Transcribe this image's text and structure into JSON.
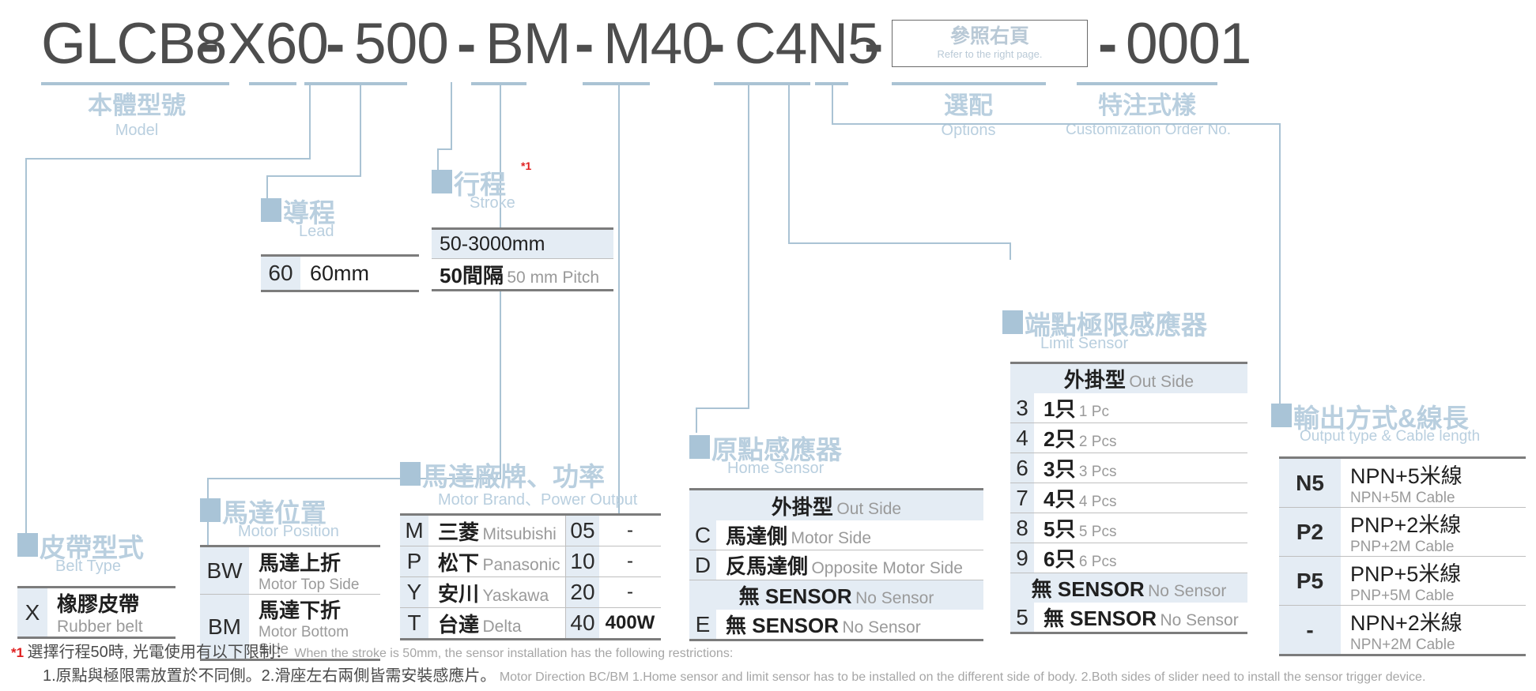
{
  "product_code": {
    "segments": [
      "GLCB8",
      "X60",
      "500",
      "BM",
      "M40",
      "C4N5"
    ],
    "boxed": {
      "cn": "參照右頁",
      "en": "Refer to the right page."
    },
    "suffix": "0001",
    "separator": "-"
  },
  "groups": {
    "model": {
      "cn": "本體型號",
      "en": "Model"
    },
    "lead": {
      "cn": "導程",
      "en": "Lead"
    },
    "stroke": {
      "cn": "行程",
      "en": "Stroke",
      "note": "*1"
    },
    "options": {
      "cn": "選配",
      "en": "Options"
    },
    "customization": {
      "cn": "特注式樣",
      "en": "Customization Order No."
    },
    "belt_type": {
      "cn": "皮帶型式",
      "en": "Belt Type"
    },
    "motor_position": {
      "cn": "馬達位置",
      "en": "Motor Position"
    },
    "motor_brand": {
      "cn": "馬達廠牌、功率",
      "en": "Motor Brand、Power Output"
    },
    "home_sensor": {
      "cn": "原點感應器",
      "en": "Home Sensor"
    },
    "limit_sensor": {
      "cn": "端點極限感應器",
      "en": "Limit Sensor"
    },
    "output_type": {
      "cn": "輸出方式&線長",
      "en": "Output type & Cable length"
    }
  },
  "tables": {
    "lead": {
      "rows": [
        {
          "code": "60",
          "value": "60mm"
        }
      ]
    },
    "stroke": {
      "range": "50-3000mm",
      "pitch_cn": "50間隔",
      "pitch_en": "50 mm Pitch"
    },
    "belt_type": {
      "rows": [
        {
          "code": "X",
          "cn": "橡膠皮帶",
          "en": "Rubber belt"
        }
      ]
    },
    "motor_position": {
      "rows": [
        {
          "code": "BW",
          "cn": "馬達上折",
          "en": "Motor Top Side"
        },
        {
          "code": "BM",
          "cn": "馬達下折",
          "en": "Motor Bottom Side"
        }
      ]
    },
    "motor_brand": {
      "rows": [
        {
          "code": "M",
          "cn": "三菱",
          "en": "Mitsubishi",
          "pcode": "05",
          "power": "-"
        },
        {
          "code": "P",
          "cn": "松下",
          "en": "Panasonic",
          "pcode": "10",
          "power": "-"
        },
        {
          "code": "Y",
          "cn": "安川",
          "en": "Yaskawa",
          "pcode": "20",
          "power": "-"
        },
        {
          "code": "T",
          "cn": "台達",
          "en": "Delta",
          "pcode": "40",
          "power": "400W"
        }
      ]
    },
    "home_sensor": {
      "band1_cn": "外掛型",
      "band1_en": "Out Side",
      "rows1": [
        {
          "code": "C",
          "cn": "馬達側",
          "en": "Motor Side"
        },
        {
          "code": "D",
          "cn": "反馬達側",
          "en": "Opposite Motor Side"
        }
      ],
      "band2_cn": "無 SENSOR",
      "band2_en": "No Sensor",
      "rows2": [
        {
          "code": "E",
          "cn": "無 SENSOR",
          "en": "No Sensor"
        }
      ]
    },
    "limit_sensor": {
      "band1_cn": "外掛型",
      "band1_en": "Out Side",
      "rows1": [
        {
          "code": "3",
          "cn": "1只",
          "en": "1 Pc"
        },
        {
          "code": "4",
          "cn": "2只",
          "en": "2 Pcs"
        },
        {
          "code": "6",
          "cn": "3只",
          "en": "3 Pcs"
        },
        {
          "code": "7",
          "cn": "4只",
          "en": "4 Pcs"
        },
        {
          "code": "8",
          "cn": "5只",
          "en": "5 Pcs"
        },
        {
          "code": "9",
          "cn": "6只",
          "en": "6 Pcs"
        }
      ],
      "band2_cn": "無 SENSOR",
      "band2_en": "No Sensor",
      "rows2": [
        {
          "code": "5",
          "cn": "無 SENSOR",
          "en": "No Sensor"
        }
      ]
    },
    "output_type": {
      "rows": [
        {
          "code": "N5",
          "cn": "NPN+5米線",
          "en": "NPN+5M Cable"
        },
        {
          "code": "P2",
          "cn": "PNP+2米線",
          "en": "PNP+2M Cable"
        },
        {
          "code": "P5",
          "cn": "PNP+5米線",
          "en": "PNP+5M Cable"
        },
        {
          "code": "-",
          "cn": "NPN+2米線",
          "en": "NPN+2M Cable"
        }
      ]
    }
  },
  "footnote": {
    "star": "*1",
    "line1_cn": "選擇行程50時, 光電使用有以下限制：",
    "line1_en": "When the stroke is 50mm, the sensor installation has  the following restrictions:",
    "line2_cn": "1.原點與極限需放置於不同側。2.滑座左右兩側皆需安裝感應片。",
    "line2_en": "Motor Direction BC/BM 1.Home sensor and limit sensor has to be installed on the different side of body.  2.Both sides of slider need to install the sensor trigger device."
  },
  "colors": {
    "accent": "#a9c4d7",
    "heading": "#b9cfdf",
    "code_text": "#4d4d4d",
    "shade": "#e4ecf4",
    "rule": "#7c7c7c",
    "note_red": "#e02020"
  }
}
